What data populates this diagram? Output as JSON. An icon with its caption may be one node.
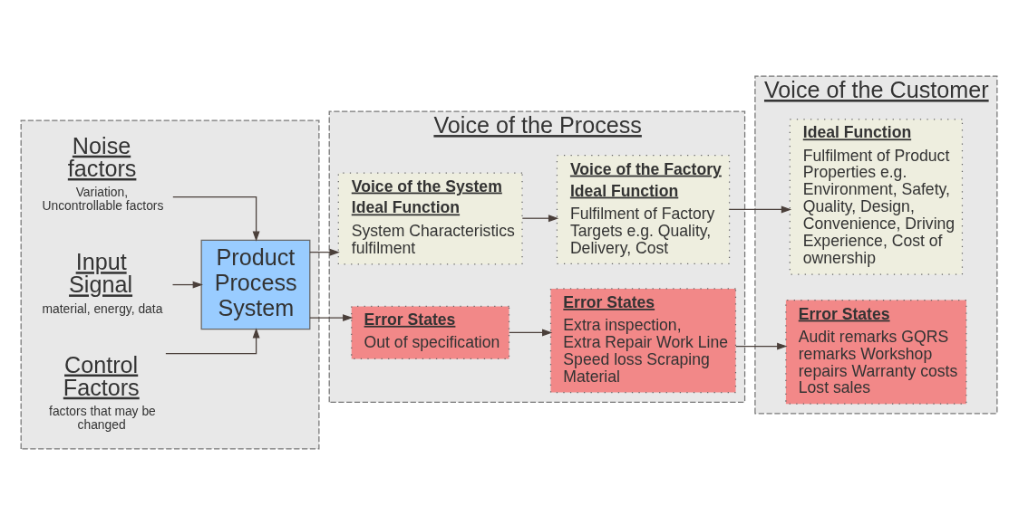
{
  "diagram": {
    "nodes": [
      {
        "text": [],
        "shape": "box"
      },
      {
        "text": [
          "Noise factors"
        ],
        "beside": [
          "Variation, Uncontrollable factors"
        ],
        "in": 0
      },
      {
        "text": [
          "Input Signal"
        ],
        "beside": [
          "material, energy, data"
        ],
        "in": 0
      },
      {
        "text": [
          "Product Process System"
        ],
        "in": 0
      },
      {
        "text": [
          "Control Factors"
        ],
        "beside": [
          "factors that may be changed"
        ],
        "in": 0
      },
      {
        "text": [
          "Voice of the Process"
        ]
      },
      {
        "text": [
          "Voice of the System",
          "Ideal Function",
          "System Characteristics fulfilment"
        ],
        "in": 5
      },
      {
        "text": [
          "Error States",
          "Out of specification"
        ],
        "in": 5
      },
      {
        "text": [
          "Voice of the Factory",
          "Ideal Function",
          "Fulfilment of Factory Targets e.g. Quality, Delivery, Cost"
        ],
        "in": 5
      },
      {
        "text": [
          "Error States",
          "Extra inspection, Extra Repair Work Line Speed loss Scraping Material"
        ],
        "in": 5
      },
      {
        "text": [
          "Voice of the Customer"
        ]
      },
      {
        "text": [
          "Ideal Function",
          "Fulfilment of Product Properties e.g. Environment, Safety, Quality, Design, Convenience, Driving Experience, Cost of ownership"
        ],
        "in": 10
      },
      {
        "text": [
          "Error States",
          "Audit remarks GQRS remarks Workshop repairs Warranty costs Lost sales"
        ],
        "in": 10
      }
    ],
    "edges": [
      {
        "from": 1,
        "to": 3,
        "arrow": "to"
      },
      {
        "from": 2,
        "to": 3,
        "arrow": "to"
      },
      {
        "from": 4,
        "to": 3,
        "arrow": "to"
      },
      {
        "from": 3,
        "to": 6,
        "arrow": "to"
      },
      {
        "from": 3,
        "to": 7,
        "arrow": "to"
      },
      {
        "from": 6,
        "to": 8,
        "arrow": "to"
      },
      {
        "from": 7,
        "to": 9,
        "arrow": "to"
      },
      {
        "from": 8,
        "to": 11,
        "arrow": "to"
      },
      {
        "from": 9,
        "to": 12,
        "arrow": "to"
      }
    ]
  }
}
